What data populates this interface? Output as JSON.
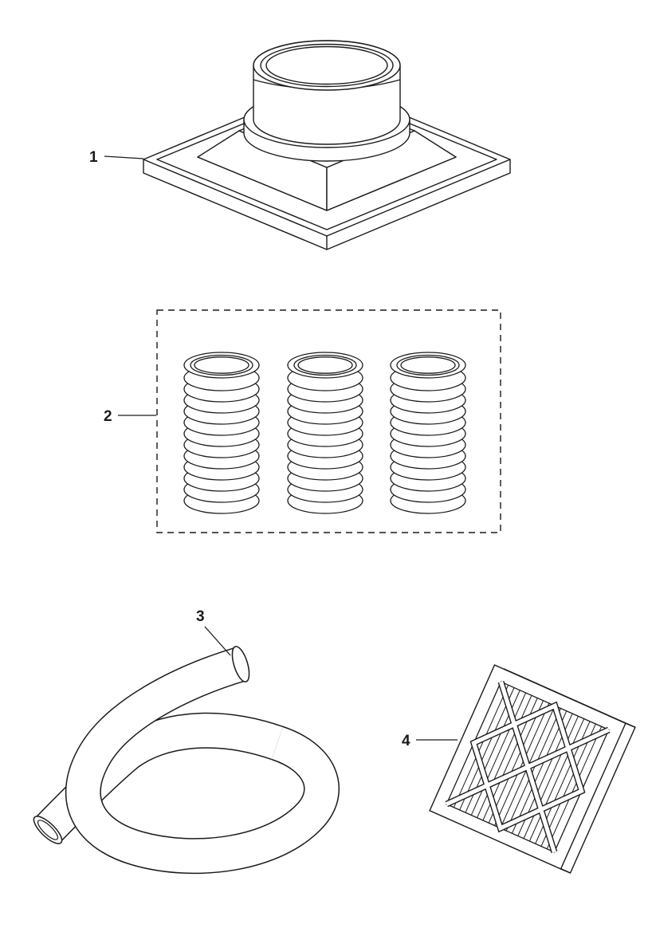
{
  "figure": {
    "background": "#ffffff",
    "line_color": "#1a1a1a"
  },
  "callouts": [
    {
      "label": "1",
      "item": "square duct adapter plate with round collar"
    },
    {
      "label": "2",
      "item": "corrugated tube set of three in dashed kit box"
    },
    {
      "label": "3",
      "item": "coiled flexible hose"
    },
    {
      "label": "4",
      "item": "pleated air filter panel"
    }
  ]
}
